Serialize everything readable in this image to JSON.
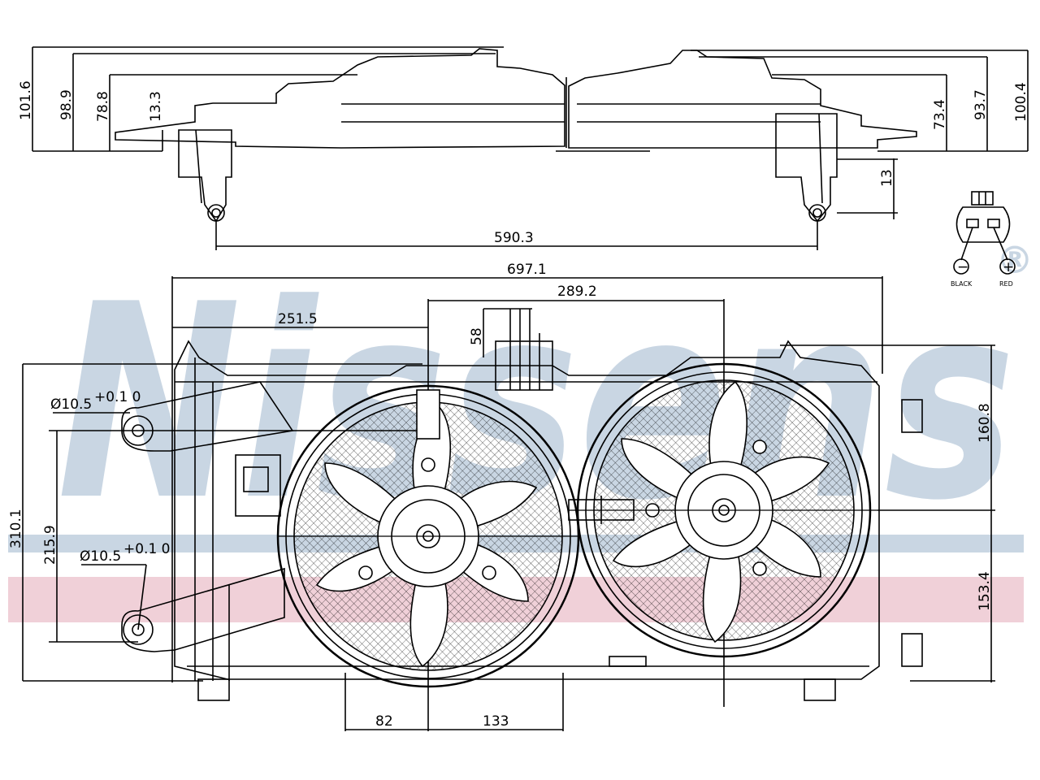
{
  "watermark": {
    "text": "Nissens",
    "registered_mark": "®",
    "text_color": "#c9d6e3",
    "band_blue": "#c9d6e3",
    "band_red": "#f0d0d8"
  },
  "side_view": {
    "dims": {
      "h_101_6": "101.6",
      "h_98_9": "98.9",
      "h_78_8": "78.8",
      "h_13_3": "13.3",
      "h_73_4": "73.4",
      "h_93_7": "93.7",
      "h_100_4": "100.4",
      "h_13": "13",
      "w_590_3": "590.3"
    }
  },
  "front_view": {
    "dims": {
      "w_697_1": "697.1",
      "w_289_2": "289.2",
      "w_251_5": "251.5",
      "h_58": "58",
      "h_160_8": "160.8",
      "h_153_4": "153.4",
      "h_310_1": "310.1",
      "h_215_9": "215.9",
      "w_82": "82",
      "w_133": "133",
      "hole_top": "Ø10.5",
      "hole_top_tol": "+0.1 0",
      "hole_bottom": "Ø10.5",
      "hole_bottom_tol": "+0.1 0"
    }
  },
  "connector": {
    "minus_symbol": "−",
    "plus_symbol": "+",
    "minus_label": "BLACK",
    "plus_label": "RED"
  }
}
